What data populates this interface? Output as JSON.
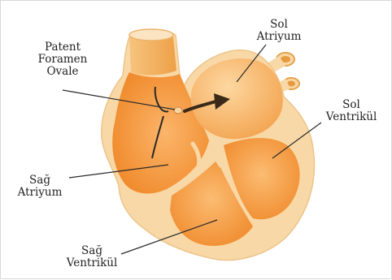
{
  "labels": {
    "pfo": [
      "Patent",
      "Foramen",
      "Ovale"
    ],
    "sol_atriyum": [
      "Sol",
      "Atriyum"
    ],
    "sol_ventrikul": [
      "Sol",
      "Ventrikül"
    ],
    "sag_atriyum": [
      "Sağ",
      "Atriyum"
    ],
    "sag_ventrikul": [
      "Sağ",
      "Ventrikül"
    ]
  },
  "colors": {
    "outer_wall": "#f8d8a6",
    "chamber": "#f29a3c",
    "chamber_light": "#fbc27c",
    "vessel": "#f2b86a",
    "leader": "#2a2a2a"
  }
}
